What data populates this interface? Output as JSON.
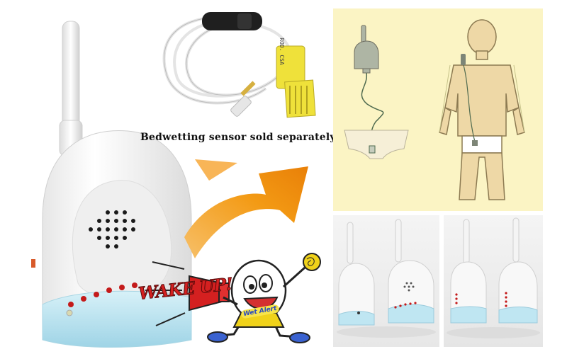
{
  "caption": "Bedwetting sensor sold separately",
  "cartoon": {
    "shout_text": "WAKE UP!",
    "badge_text": "Wet Alert"
  },
  "sensor": {
    "clip_text": "ROD. CSA"
  },
  "colors": {
    "arrow_orange": "#f39a14",
    "unit_white": "#f5f5f5",
    "base_blue": "#bfe6f2",
    "led_red": "#c41a1a",
    "diagram_bg": "#fbf4c4",
    "sensor_yellow": "#efe13a"
  }
}
